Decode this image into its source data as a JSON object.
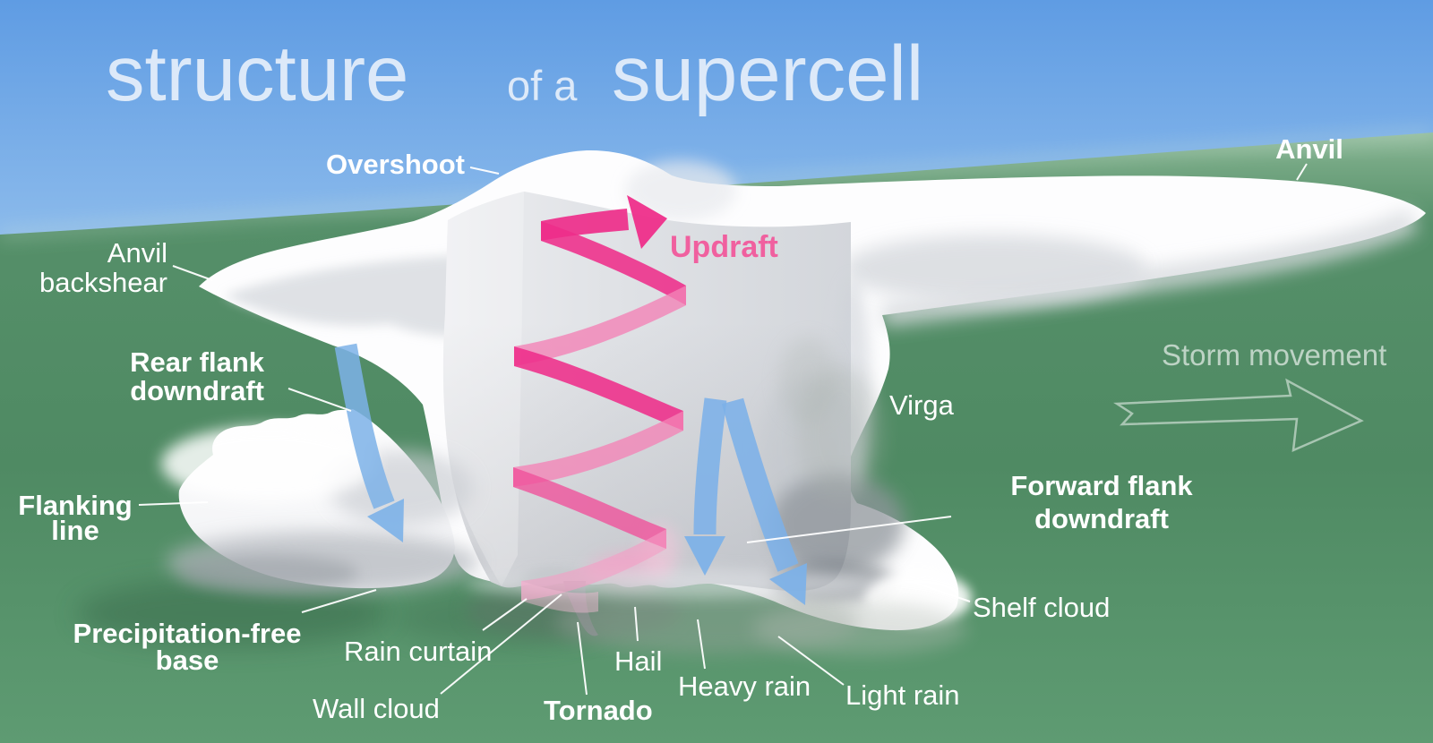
{
  "title": {
    "part1": "structure",
    "part2": "of a",
    "part3": "supercell"
  },
  "labels": {
    "overshoot": "Overshoot",
    "updraft": "Updraft",
    "anvil": "Anvil",
    "anvil_backshear_line1": "Anvil",
    "anvil_backshear_line2": "backshear",
    "rear_flank_line1": "Rear flank",
    "rear_flank_line2": "downdraft",
    "flanking_line1": "Flanking",
    "flanking_line2": "line",
    "precip_free_line1": "Precipitation-free",
    "precip_free_line2": "base",
    "rain_curtain": "Rain curtain",
    "wall_cloud": "Wall cloud",
    "tornado": "Tornado",
    "hail": "Hail",
    "heavy_rain": "Heavy rain",
    "light_rain": "Light rain",
    "virga": "Virga",
    "forward_flank_line1": "Forward flank",
    "forward_flank_line2": "downdraft",
    "shelf_cloud": "Shelf cloud",
    "storm_movement": "Storm movement"
  },
  "colors": {
    "sky_top": "#5f9ce3",
    "sky_horizon": "#e8f2fb",
    "ground_dark": "#4f8a63",
    "ground_light": "#9cc3a6",
    "cloud_white": "#ffffff",
    "cloud_face_grey": "#dcdee3",
    "updraft_pink": "#ee2e8a",
    "updraft_text_pink": "#f0609f",
    "downdraft_blue": "#7cb1e8",
    "label_white": "#ffffff",
    "tornado_grey": "#90929a"
  }
}
